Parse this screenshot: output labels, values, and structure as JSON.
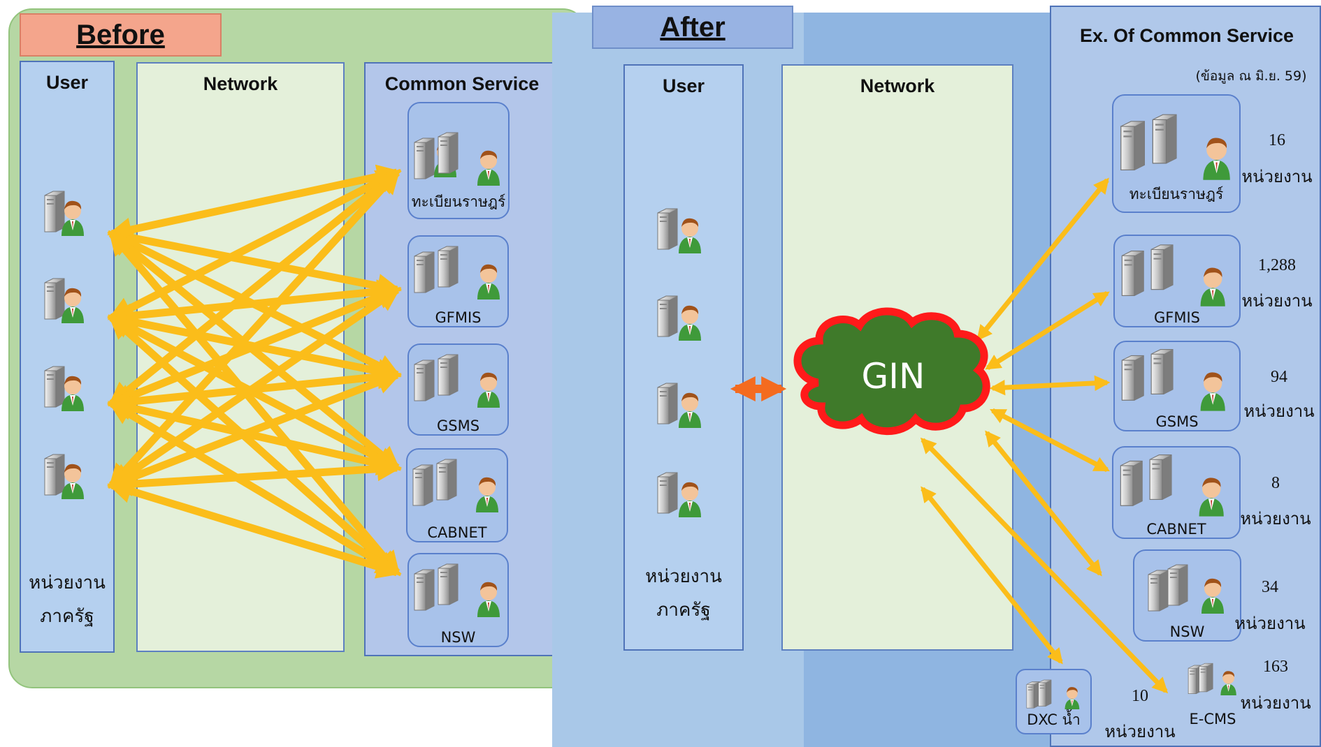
{
  "before": {
    "label": "Before",
    "user_title": "User",
    "network_title": "Network",
    "common_service_title": "Common Service",
    "unit_line1": "หน่วยงาน",
    "unit_line2": "ภาครัฐ",
    "services": [
      "ทะเบียนราษฎร์",
      "GFMIS",
      "GSMS",
      "CABNET",
      "NSW"
    ]
  },
  "after": {
    "label": "After",
    "user_title": "User",
    "network_title": "Network",
    "unit_line1": "หน่วยงาน",
    "unit_line2": "ภาครัฐ",
    "gin_label": "GIN",
    "ex_title": "Ex. Of  Common Service",
    "data_date": "(ข้อมูล ณ มิ.ย. 59)",
    "services": [
      {
        "name": "ทะเบียนราษฎร์",
        "count": "16",
        "unit": "หน่วยงาน"
      },
      {
        "name": "GFMIS",
        "count": "1,288",
        "unit": "หน่วยงาน"
      },
      {
        "name": "GSMS",
        "count": "94",
        "unit": "หน่วยงาน"
      },
      {
        "name": "CABNET",
        "count": "8",
        "unit": "หน่วยงาน"
      },
      {
        "name": "NSW",
        "count": "34",
        "unit": "หน่วยงาน"
      },
      {
        "name": "E-CMS",
        "count": "163",
        "unit": "หน่วยงาน"
      },
      {
        "name": "DXC น้ำ",
        "count": "10",
        "unit": "หน่วยงาน"
      }
    ]
  },
  "colors": {
    "arrow": "#fbbd1a",
    "gin_fill": "#3f7a2a",
    "gin_outline": "#ff1a1a",
    "link_arrow": "#f46b1f"
  }
}
